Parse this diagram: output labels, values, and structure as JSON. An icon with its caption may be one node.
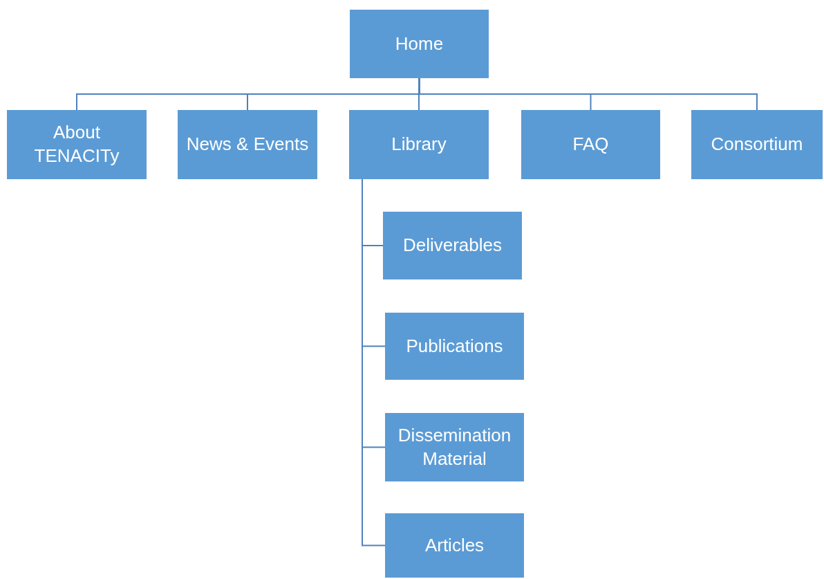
{
  "diagram": {
    "nodes": [
      {
        "text": [
          "Home"
        ]
      },
      {
        "text": [
          "About TENACITy"
        ]
      },
      {
        "text": [
          "News & Events"
        ]
      },
      {
        "text": [
          "Library"
        ]
      },
      {
        "text": [
          "FAQ"
        ]
      },
      {
        "text": [
          "Consortium"
        ]
      },
      {
        "text": [
          "Deliverables"
        ]
      },
      {
        "text": [
          "Publications"
        ]
      },
      {
        "text": [
          "Dissemination Material"
        ]
      },
      {
        "text": [
          "Articles"
        ]
      }
    ],
    "edges": [
      {
        "from": 0,
        "to": 1,
        "arrow": "none"
      },
      {
        "from": 0,
        "to": 2,
        "arrow": "none"
      },
      {
        "from": 0,
        "to": 3,
        "arrow": "none"
      },
      {
        "from": 0,
        "to": 4,
        "arrow": "none"
      },
      {
        "from": 0,
        "to": 5,
        "arrow": "none"
      },
      {
        "from": 3,
        "to": 6,
        "arrow": "none"
      },
      {
        "from": 3,
        "to": 7,
        "arrow": "none"
      },
      {
        "from": 3,
        "to": 8,
        "arrow": "none"
      },
      {
        "from": 3,
        "to": 9,
        "arrow": "none"
      }
    ]
  }
}
